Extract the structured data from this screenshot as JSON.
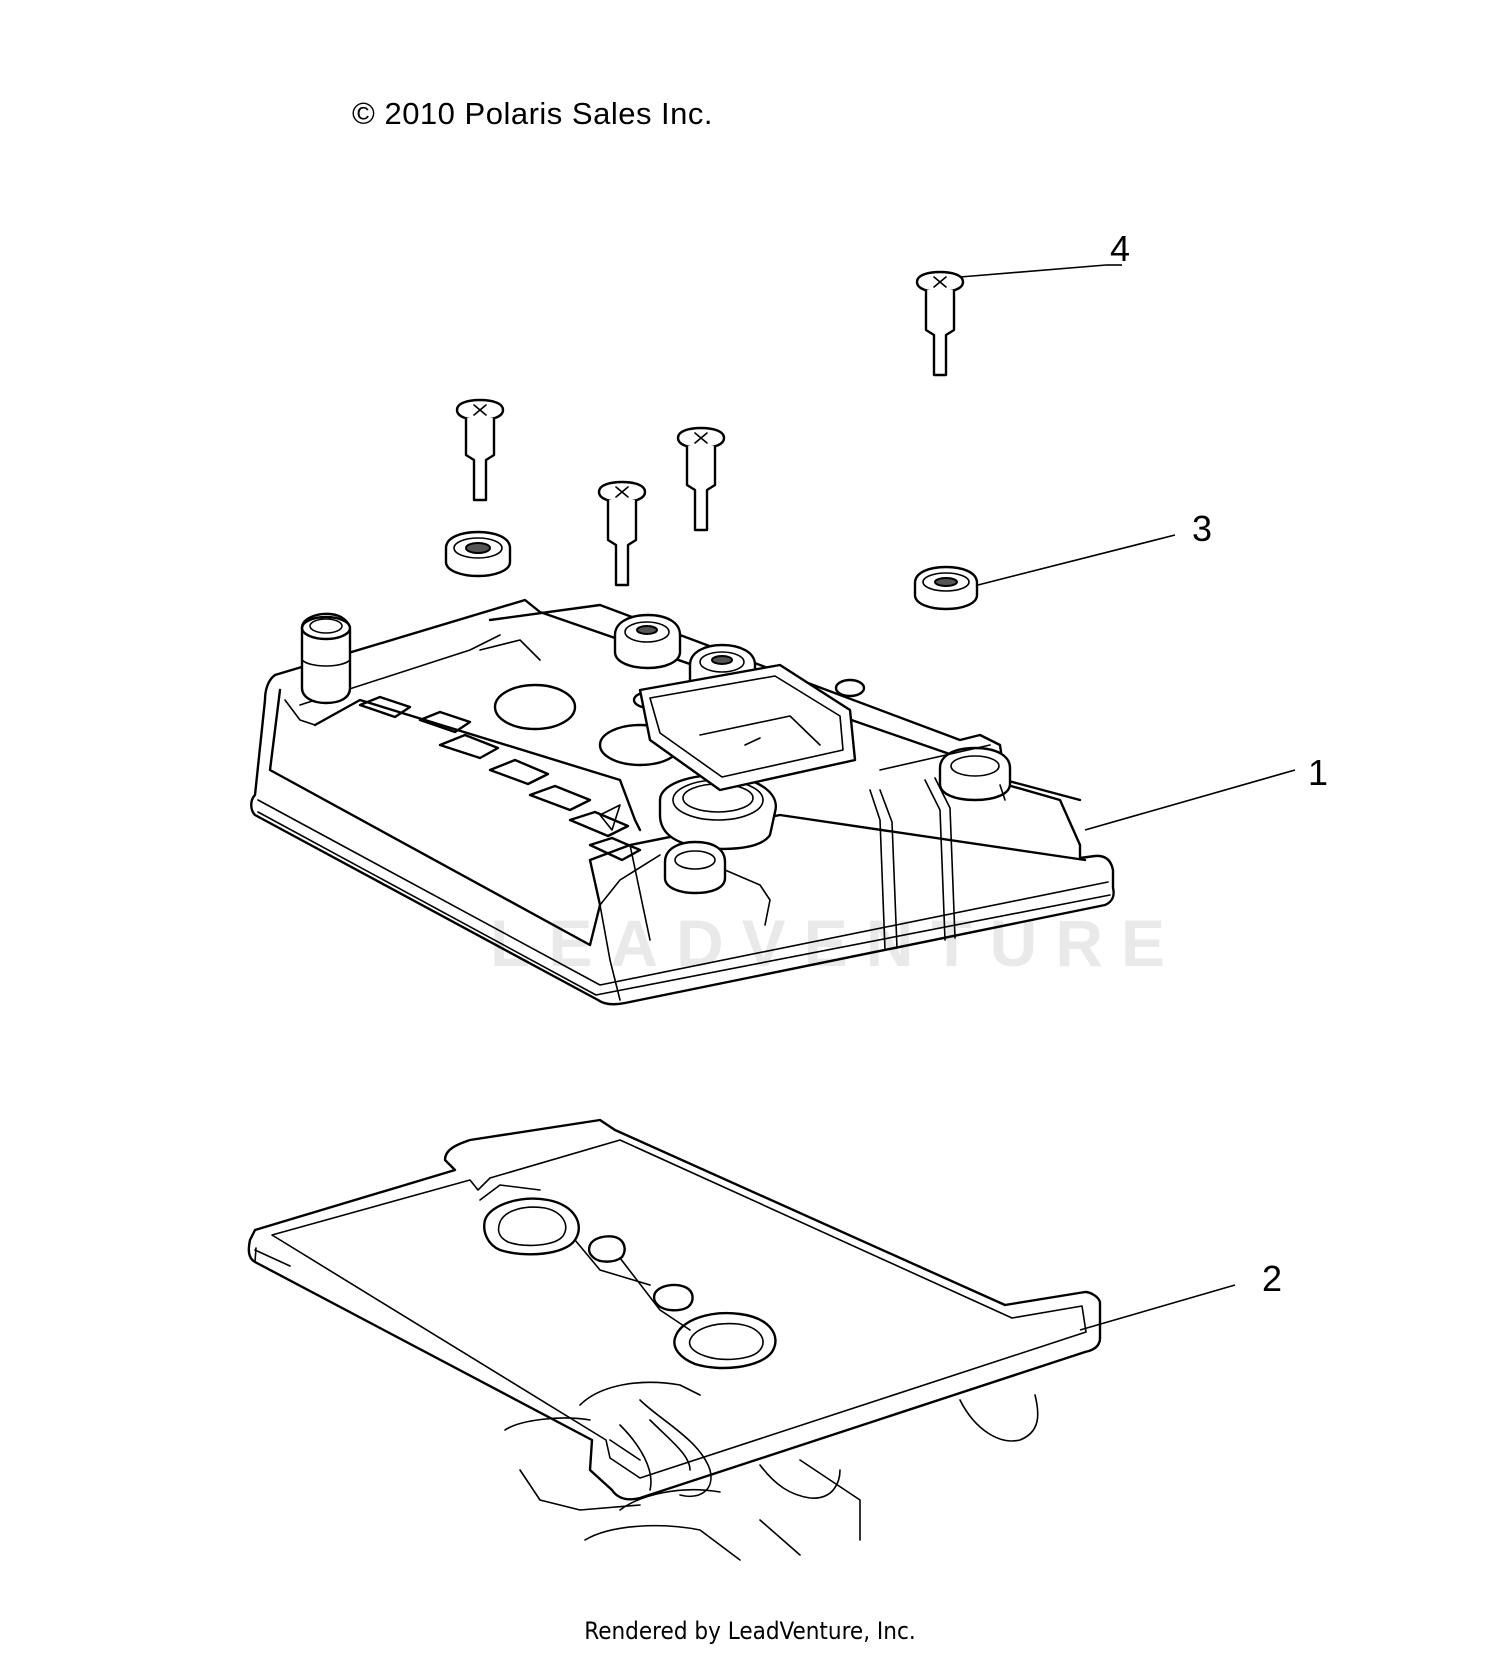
{
  "header": {
    "copyright": "© 2010 Polaris Sales Inc."
  },
  "footer": {
    "rendered_by": "Rendered by LeadVenture, Inc."
  },
  "watermark": {
    "text": "LEADVENTURE"
  },
  "callouts": [
    {
      "label": "1",
      "part": "valve-cover"
    },
    {
      "label": "2",
      "part": "valve-cover-gasket"
    },
    {
      "label": "3",
      "part": "grommet"
    },
    {
      "label": "4",
      "part": "bolt"
    }
  ]
}
